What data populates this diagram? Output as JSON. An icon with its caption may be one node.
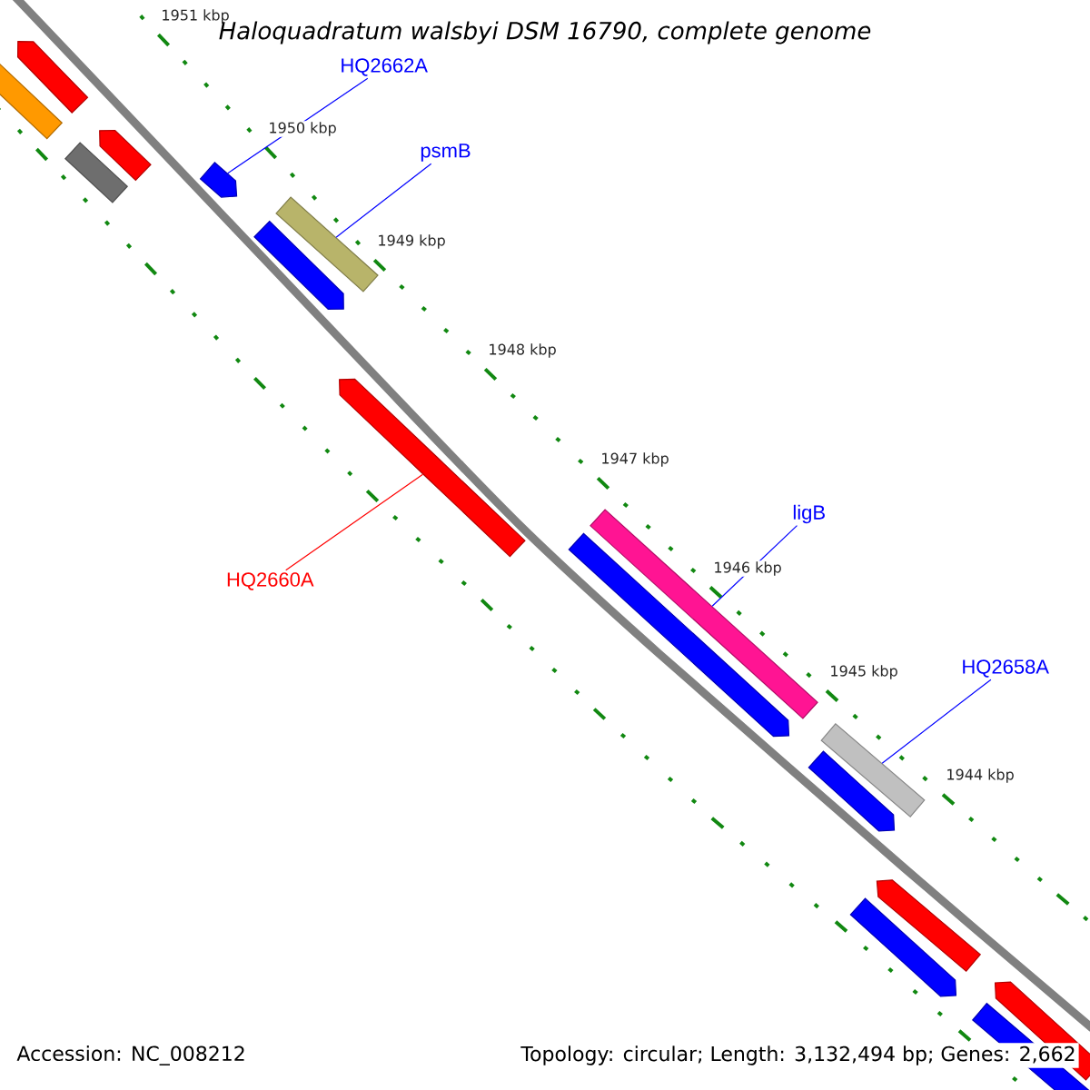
{
  "diagram": {
    "title": "*Haloquadratum walsbyi* *DSM 16790, complete genome*",
    "nodes": [
      {
        "text": [
          "HQ2662A"
        ]
      },
      {
        "text": [],
        "shape": "bar"
      },
      {
        "text": [
          "psmB"
        ]
      },
      {
        "text": [],
        "shape": "bar"
      },
      {
        "text": [
          "HQ2660A"
        ]
      },
      {
        "text": [],
        "shape": "bar"
      },
      {
        "text": [
          "ligB"
        ]
      },
      {
        "text": [],
        "shape": "bar"
      },
      {
        "text": [
          "HQ2658A"
        ]
      },
      {
        "text": [],
        "shape": "bar"
      }
    ],
    "edges": [
      {
        "from": 0,
        "to": 1,
        "arrow": "none"
      },
      {
        "from": 2,
        "to": 3,
        "arrow": "none"
      },
      {
        "from": 4,
        "to": 5,
        "arrow": "none",
        "color": "#ff0000"
      },
      {
        "from": 6,
        "to": 7,
        "arrow": "none"
      },
      {
        "from": 8,
        "to": 9,
        "arrow": "none"
      }
    ],
    "labels": [
      "1951 kbp",
      "1950 kbp",
      "1949 kbp",
      "1948 kbp",
      "1947 kbp",
      "1946 kbp",
      "1945 kbp",
      "1944 kbp",
      "Accession: NC_008212",
      "Topology: circular; Length: 3,132,494 bp; Genes: 2,662"
    ]
  }
}
